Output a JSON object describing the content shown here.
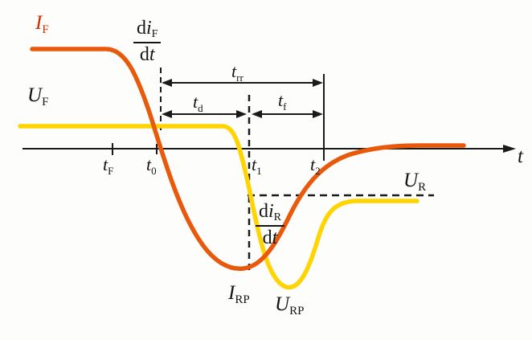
{
  "colors": {
    "current_curve": "#e8590c",
    "voltage_curve": "#ffd400",
    "axis": "#1a1a1a",
    "i_f_label": "#d22b00"
  },
  "labels": {
    "i_f": {
      "main": "I",
      "sub": "F"
    },
    "u_f": {
      "main": "U",
      "sub": "F"
    },
    "u_r": {
      "main": "U",
      "sub": "R"
    },
    "i_rp": {
      "main": "I",
      "sub": "RP"
    },
    "u_rp": {
      "main": "U",
      "sub": "RP"
    },
    "t_axis": "t",
    "t_forward": {
      "main": "t",
      "sub": "F"
    },
    "t0": {
      "main": "t",
      "sub": "0"
    },
    "t1": {
      "main": "t",
      "sub": "1"
    },
    "t2": {
      "main": "t",
      "sub": "2"
    },
    "t_rr": {
      "main": "t",
      "sub": "rr"
    },
    "t_d": {
      "main": "t",
      "sub": "d"
    },
    "t_fall": {
      "main": "t",
      "sub": "f"
    }
  },
  "fractions": {
    "dif_dt": {
      "num_d": "d",
      "num_i": "i",
      "num_sub": "F",
      "den_d": "d",
      "den_t": "t"
    },
    "dir_dt": {
      "num_d": "d",
      "num_i": "i",
      "num_sub": "R",
      "den_d": "d",
      "den_t": "t"
    }
  }
}
